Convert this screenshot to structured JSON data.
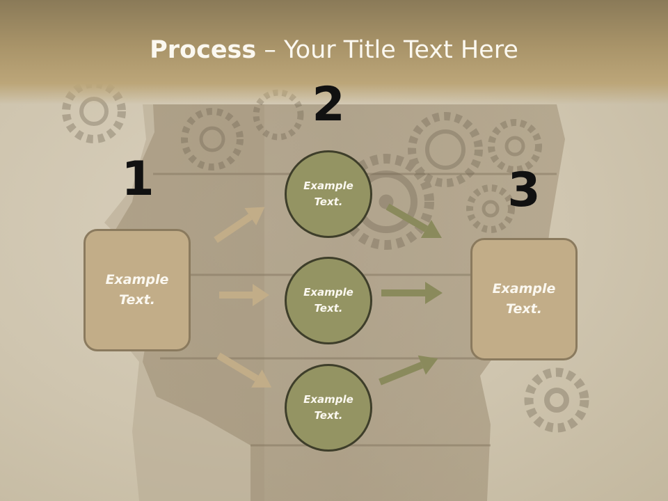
{
  "title": {
    "bold": "Process",
    "rest": " – Your Title Text Here"
  },
  "steps": [
    {
      "number": "1",
      "text": "Example Text."
    },
    {
      "number": "2",
      "text": "Example Text."
    },
    {
      "number": "3",
      "text": "Example Text."
    }
  ],
  "circles": [
    {
      "text": "Example Text."
    },
    {
      "text": "Example Text."
    },
    {
      "text": "Example Text."
    }
  ],
  "colors": {
    "box": "#c2ad88",
    "circle": "#949463",
    "arrow_left": "#c2ad88",
    "arrow_right": "#8a8a5c"
  },
  "icons": [
    "gear-icon",
    "head-silhouette-icon",
    "arrow-icon"
  ]
}
